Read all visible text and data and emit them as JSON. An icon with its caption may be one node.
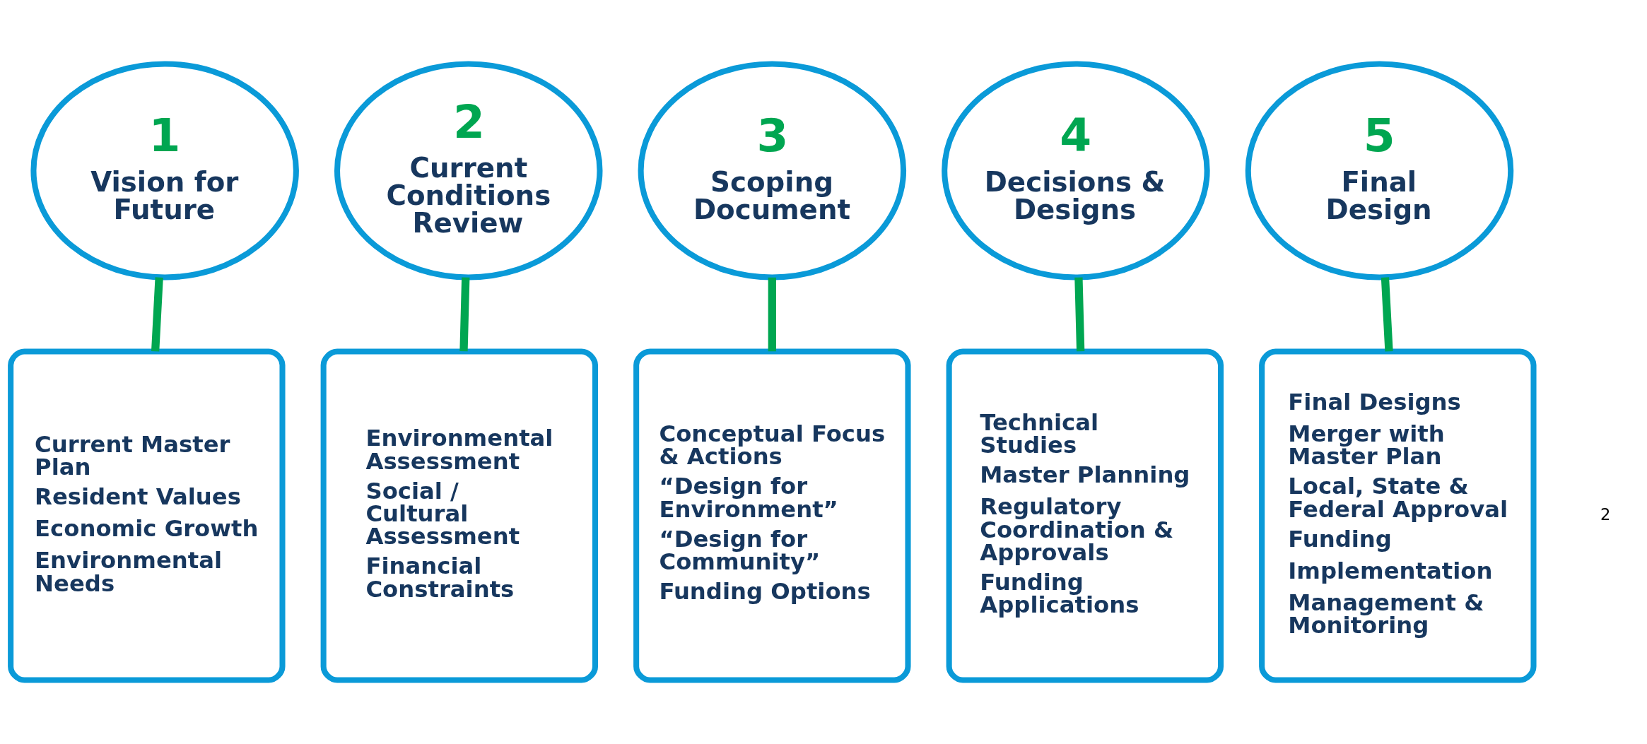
{
  "diagram": {
    "nodes": [
      {
        "text": [
          "1",
          "Vision for Future"
        ]
      },
      {
        "text": [
          "2",
          "Current Conditions Review"
        ]
      },
      {
        "text": [
          "3",
          "Scoping Document"
        ]
      },
      {
        "text": [
          "4",
          "Decisions & Designs"
        ]
      },
      {
        "text": [
          "5",
          "Final Design"
        ]
      },
      {
        "text": [
          "Current Master Plan",
          "Resident Values",
          "Economic Growth",
          "Environmental Needs"
        ]
      },
      {
        "text": [
          "Environmental Assessment",
          "Social / Cultural Assessment",
          "Financial Constraints"
        ]
      },
      {
        "text": [
          "Conceptual Focus & Actions",
          "“Design for Environment”",
          "“Design for Community”",
          "Funding Options"
        ]
      },
      {
        "text": [
          "Technical Studies",
          "Master Planning",
          "Regulatory Coordination & Approvals",
          "Funding Applications"
        ]
      },
      {
        "text": [
          "Final Designs",
          "Merger with Master Plan",
          "Local, State & Federal Approval",
          "Funding",
          "Implementation",
          "Management & Monitoring"
        ]
      }
    ],
    "edges": [
      {
        "from": 0,
        "to": 5,
        "arrow": "none"
      },
      {
        "from": 1,
        "to": 6,
        "arrow": "none"
      },
      {
        "from": 2,
        "to": 7,
        "arrow": "none"
      },
      {
        "from": 3,
        "to": 8,
        "arrow": "none"
      },
      {
        "from": 4,
        "to": 9,
        "arrow": "none"
      }
    ],
    "labels": [
      "2"
    ]
  }
}
